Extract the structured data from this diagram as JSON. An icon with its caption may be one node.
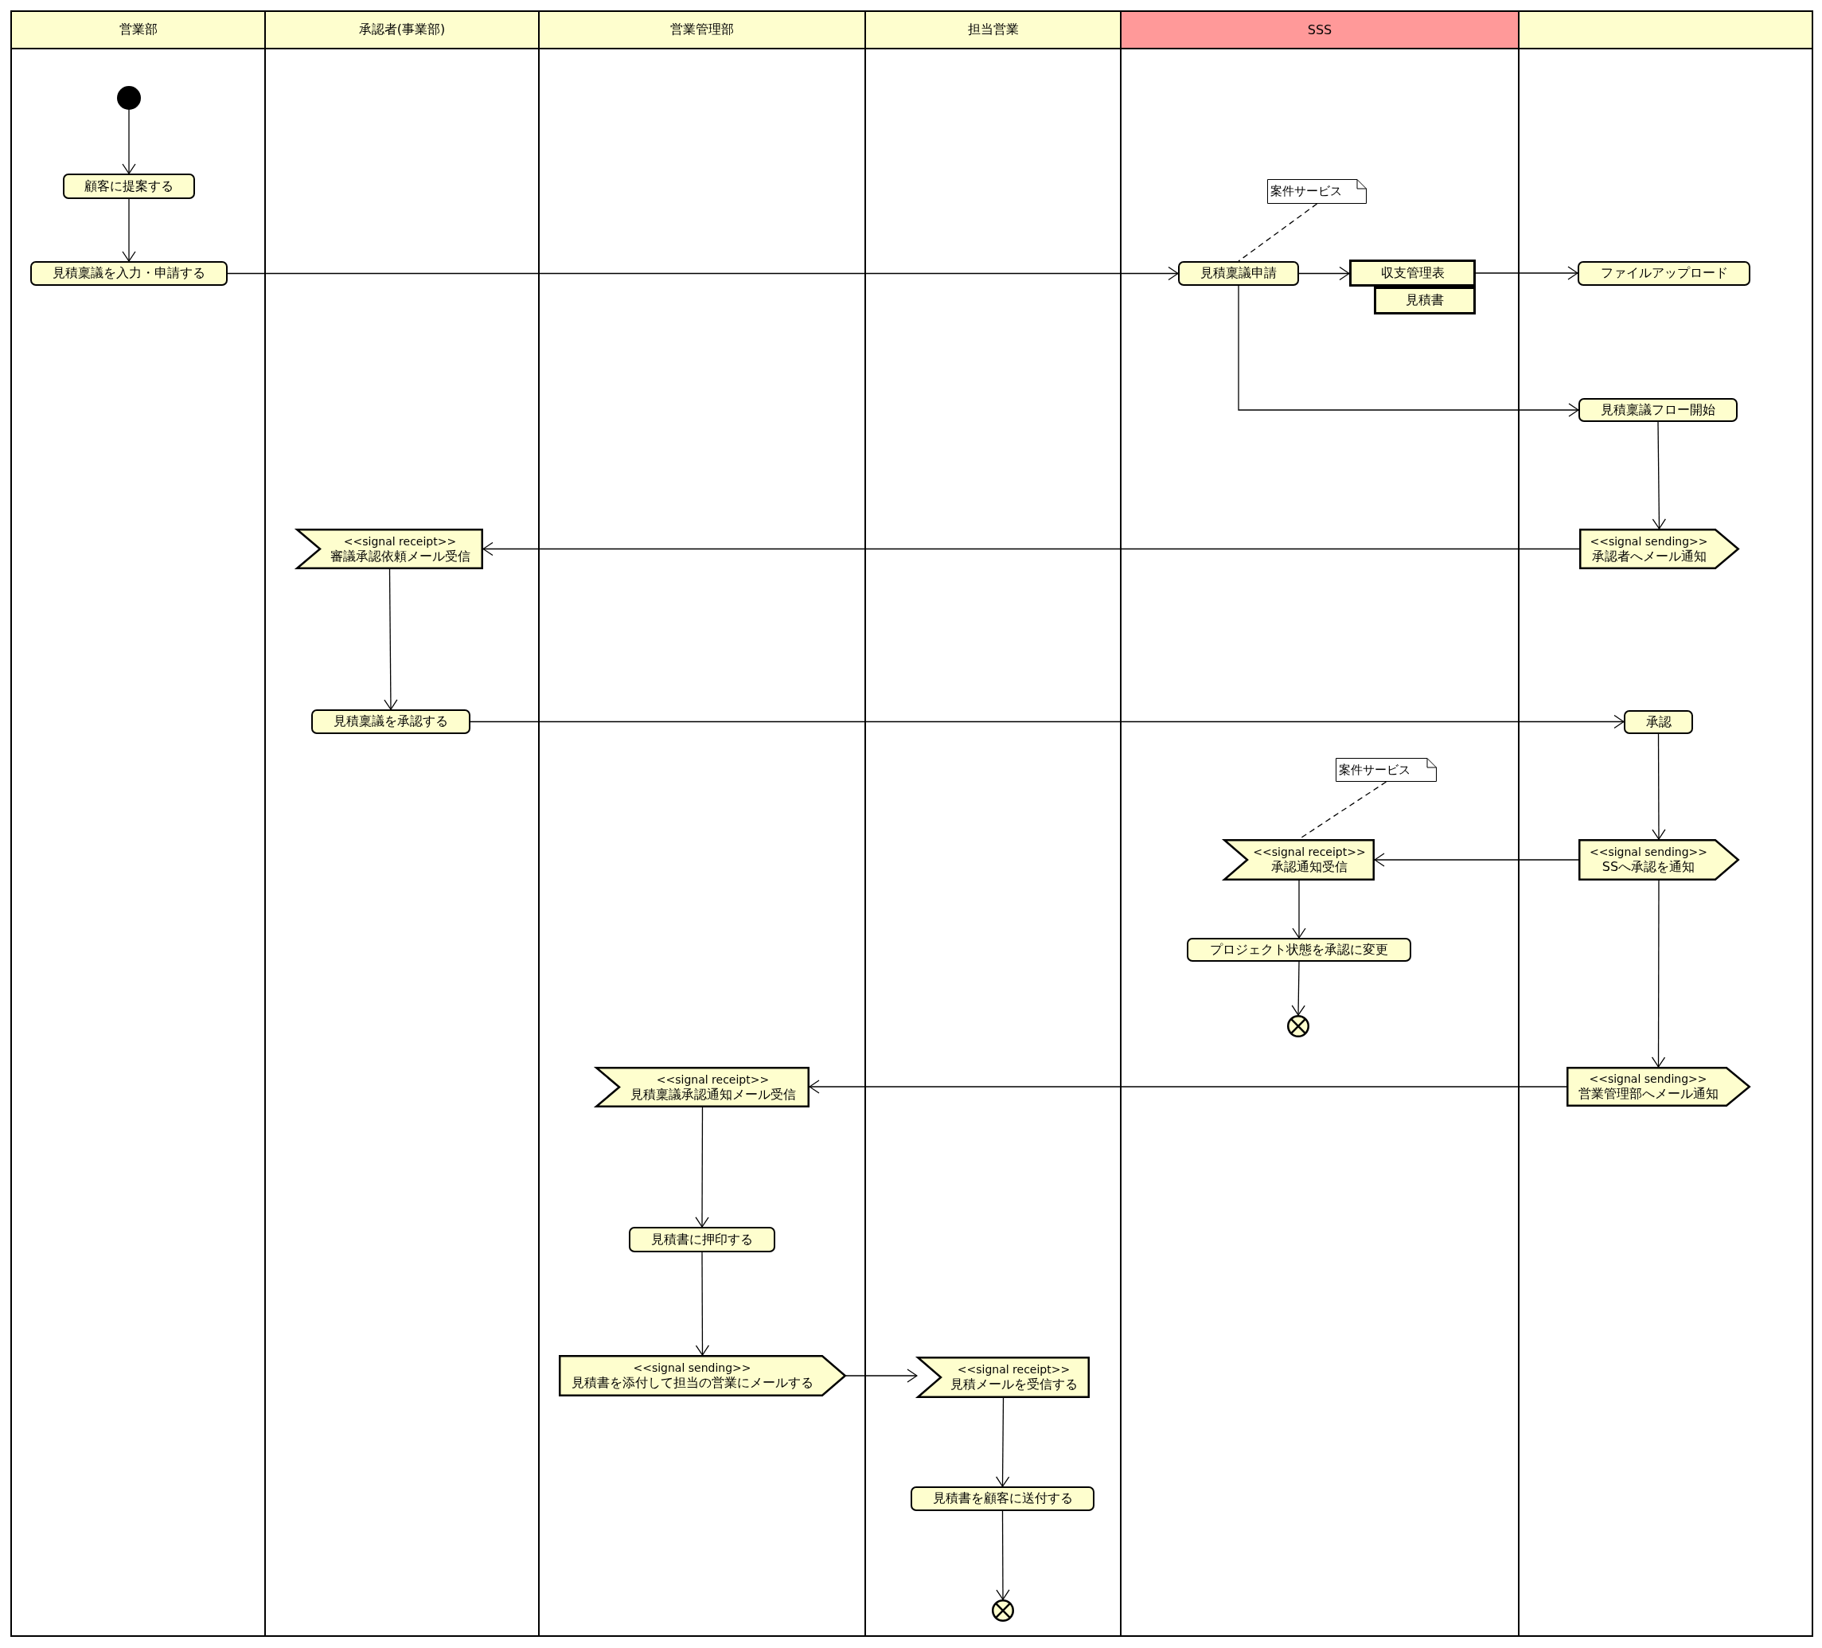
{
  "diagram": {
    "nodes": [
      {
        "text": [
          "営業部"
        ]
      },
      {
        "text": [
          "承認者(事業部)"
        ]
      },
      {
        "text": [
          "営業管理部"
        ]
      },
      {
        "text": [
          "担当営業"
        ]
      },
      {
        "text": [
          "SSS"
        ]
      },
      {
        "text": [],
        "shape": "box"
      },
      {
        "text": [],
        "shape": "circle",
        "in": 0
      },
      {
        "text": [
          "顧客に提案する"
        ],
        "in": 0
      },
      {
        "text": [
          "見積稟議を入力・申請する"
        ],
        "in": 0
      },
      {
        "text": [
          "案件サービス"
        ],
        "in": 4
      },
      {
        "text": [
          "見積稟議申請"
        ],
        "in": 4
      },
      {
        "text": [
          "収支管理表"
        ],
        "in": 4
      },
      {
        "text": [
          "見積書"
        ],
        "in": 4
      },
      {
        "text": [
          "ファイルアップロード"
        ],
        "in": 5
      },
      {
        "text": [
          "見積稟議フロー開始"
        ],
        "in": 5
      },
      {
        "text": [
          "<<signal receipt>>",
          "審議承認依頼メール受信"
        ],
        "in": 1
      },
      {
        "text": [
          "<<signal sending>>",
          "承認者へメール通知"
        ],
        "in": 5
      },
      {
        "text": [
          "見積稟議を承認する"
        ],
        "in": 1
      },
      {
        "text": [
          "承認"
        ],
        "in": 5
      },
      {
        "text": [
          "案件サービス"
        ],
        "in": 4
      },
      {
        "text": [
          "<<signal receipt>>",
          "承認通知受信"
        ],
        "in": 4
      },
      {
        "text": [
          "<<signal sending>>",
          "SSへ承認を通知"
        ],
        "in": 5
      },
      {
        "text": [
          "プロジェクト状態を承認に変更"
        ],
        "in": 4
      },
      {
        "text": [],
        "shape": "circle",
        "in": 4
      },
      {
        "text": [
          "<<signal receipt>>",
          "見積稟議承認通知メール受信"
        ],
        "in": 2
      },
      {
        "text": [
          "<<signal sending>>",
          "営業管理部へメール通知"
        ],
        "in": 5
      },
      {
        "text": [
          "見積書に押印する"
        ],
        "in": 2
      },
      {
        "text": [
          "<<signal sending>>",
          "見積書を添付して担当の営業にメールする"
        ],
        "in": 2
      },
      {
        "text": [
          "<<signal receipt>>",
          "見積メールを受信する"
        ],
        "in": 3
      },
      {
        "text": [
          "見積書を顧客に送付する"
        ],
        "in": 3
      },
      {
        "text": [],
        "shape": "circle",
        "in": 3
      }
    ],
    "edges": [
      {
        "from": 6,
        "to": 7,
        "arrow": "to"
      },
      {
        "from": 7,
        "to": 8,
        "arrow": "to"
      },
      {
        "from": 8,
        "to": 10,
        "arrow": "to"
      },
      {
        "from": 9,
        "to": 10,
        "arrow": "none",
        "style": "dashed"
      },
      {
        "from": 10,
        "to": 11,
        "arrow": "to"
      },
      {
        "from": 11,
        "to": 13,
        "arrow": "to"
      },
      {
        "from": 10,
        "to": 14,
        "arrow": "to"
      },
      {
        "from": 14,
        "to": 16,
        "arrow": "to"
      },
      {
        "from": 16,
        "to": 15,
        "arrow": "to"
      },
      {
        "from": 15,
        "to": 17,
        "arrow": "to"
      },
      {
        "from": 17,
        "to": 18,
        "arrow": "to"
      },
      {
        "from": 18,
        "to": 21,
        "arrow": "to"
      },
      {
        "from": 19,
        "to": 20,
        "arrow": "none",
        "style": "dashed"
      },
      {
        "from": 21,
        "to": 20,
        "arrow": "to"
      },
      {
        "from": 20,
        "to": 22,
        "arrow": "to"
      },
      {
        "from": 22,
        "to": 23,
        "arrow": "to"
      },
      {
        "from": 21,
        "to": 25,
        "arrow": "to"
      },
      {
        "from": 25,
        "to": 24,
        "arrow": "to"
      },
      {
        "from": 24,
        "to": 26,
        "arrow": "to"
      },
      {
        "from": 26,
        "to": 27,
        "arrow": "to"
      },
      {
        "from": 27,
        "to": 28,
        "arrow": "to"
      },
      {
        "from": 28,
        "to": 29,
        "arrow": "to"
      },
      {
        "from": 29,
        "to": 30,
        "arrow": "to"
      }
    ]
  }
}
